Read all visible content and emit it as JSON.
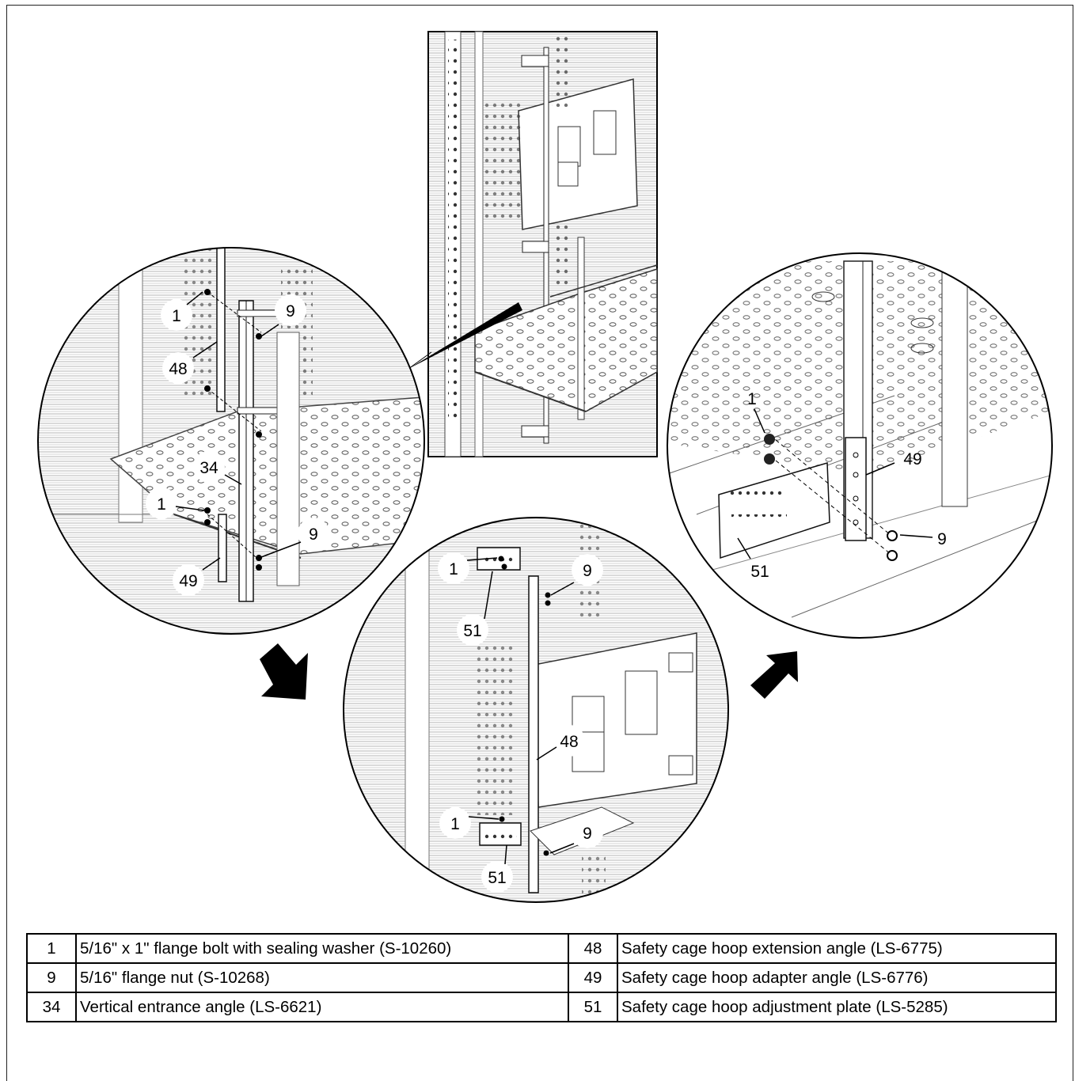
{
  "callouts": {
    "detail_left": [
      "1",
      "9",
      "48",
      "34",
      "1",
      "9",
      "49"
    ],
    "detail_center": [
      "1",
      "9",
      "51",
      "48",
      "1",
      "9",
      "51"
    ],
    "detail_right": [
      "1",
      "49",
      "9",
      "51"
    ]
  },
  "parts_table": [
    {
      "left_num": "1",
      "left_desc": "5/16\" x 1\" flange bolt with sealing washer (S-10260)",
      "right_num": "48",
      "right_desc": "Safety cage hoop extension angle (LS-6775)"
    },
    {
      "left_num": "9",
      "left_desc": "5/16\" flange nut (S-10268)",
      "right_num": "49",
      "right_desc": "Safety cage hoop adapter angle (LS-6776)"
    },
    {
      "left_num": "34",
      "left_desc": "Vertical entrance angle (LS-6621)",
      "right_num": "51",
      "right_desc": "Safety cage hoop adjustment plate (LS-5285)"
    }
  ],
  "colors": {
    "line": "#000000",
    "light_line": "#9a9a9a",
    "background": "#ffffff"
  }
}
